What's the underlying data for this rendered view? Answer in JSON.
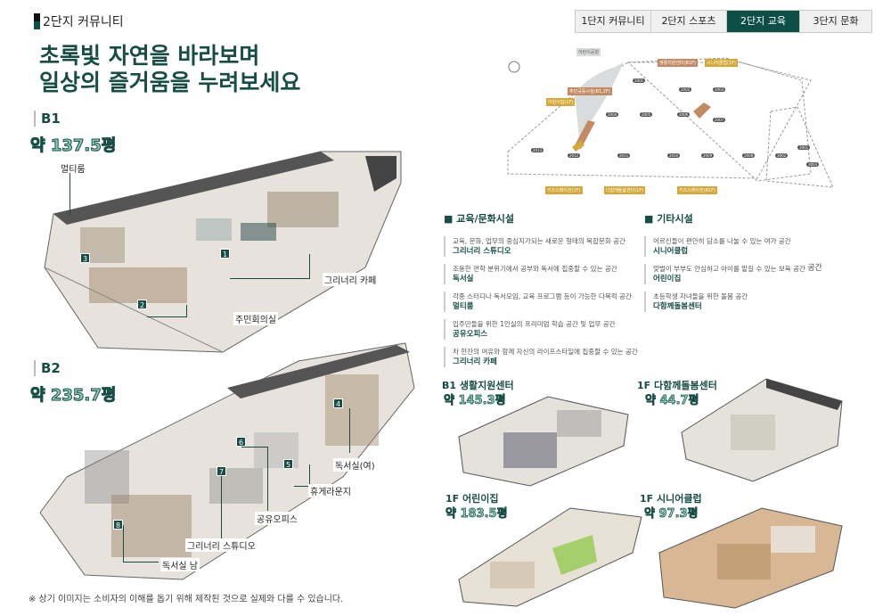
{
  "header": {
    "breadcrumb": "2단지 커뮤니티",
    "tabs": [
      {
        "label": "1단지  커뮤니티",
        "active": false
      },
      {
        "label": "2단지 스포츠",
        "active": false
      },
      {
        "label": "2단지 교육",
        "active": true
      },
      {
        "label": "3단지 문화",
        "active": false
      }
    ]
  },
  "headline": [
    "초록빛 자연을 바라보며",
    "일상의 즐거움을 누려보세요"
  ],
  "b1": {
    "floor": "B1",
    "area": "약 137.5평",
    "callouts": [
      {
        "num": "1",
        "label": "그리너리 카페"
      },
      {
        "num": "2",
        "label": "주민회의실"
      },
      {
        "num": "3",
        "label": "멀티룸"
      }
    ]
  },
  "b2": {
    "floor": "B2",
    "area": "약 235.7평",
    "callouts": [
      {
        "num": "4",
        "label": "독서실(여)"
      },
      {
        "num": "5",
        "label": "휴게라운지"
      },
      {
        "num": "6",
        "label": "공유오피스"
      },
      {
        "num": "7",
        "label": "그리너리 스튜디오"
      },
      {
        "num": "8",
        "label": "독서실 남"
      }
    ]
  },
  "map": {
    "labels": [
      "어린이공원",
      "생활지원센터(B1F)",
      "시니어클럽(1F)",
      "주민공동시설(B1,2F)",
      "어린이집(1F)",
      "키즈스테이션(1F)",
      "다함께돌봄센터(1F)",
      "키즈스테이션(B1F)"
    ],
    "buildings": [
      "2001",
      "2002",
      "2003",
      "2004",
      "2005",
      "2006",
      "2007",
      "2008",
      "2009",
      "2010",
      "2011",
      "2012",
      "2013",
      "3001",
      "3002",
      "3003"
    ],
    "colors": {
      "brown": "#c48a63",
      "gold": "#d4a93a",
      "park": "#d8dcdc"
    }
  },
  "education": {
    "title": "교육/문화시설",
    "items": [
      {
        "desc": "교육, 문화, 업무의 중심지가되는 새로운 형태의 복합문화 공간",
        "name": "그리너리 스튜디오"
      },
      {
        "desc": "조용한 면학 분위기에서 공부와 독서에 집중할 수 있는 공간",
        "name": "독서실"
      },
      {
        "desc": "각종 스터디나 독서모임, 교육 프로그램 등이 가능한 다목적 공간",
        "name": "멀티룸"
      },
      {
        "desc": "입주민들을 위한 1인실의 프리미엄 학습 공간 및 업무 공간",
        "name": "공유오피스"
      },
      {
        "desc": "차 한잔의 여유와 함께 자신의 라이프스타일에 집중할 수 있는 공간",
        "name": "그리너리 카페"
      }
    ]
  },
  "other": {
    "title": "기타시설",
    "items": [
      {
        "desc": "어르신들이 편안히 담소를 나눌 수 있는 여가 공간",
        "name": "시니어클럽"
      },
      {
        "desc": "맞벌이 부부도 안심하고 아이를 맡길 수 있는 보육 공간",
        "extra": "공간",
        "name": "어린이집"
      },
      {
        "desc": "초등학생 자녀들을 위한 돌봄 공간",
        "name": "다함께돌봄센터"
      }
    ]
  },
  "small_plans": [
    {
      "title": "B1 생활지원센터",
      "area": "약 145.3평"
    },
    {
      "title": "1F 다함께돌봄센터",
      "area": "약 44.7평"
    },
    {
      "title": "1F 어린이집",
      "area": "약 183.5평"
    },
    {
      "title": "1F 시니어클럽",
      "area": "약 97.3평"
    }
  ],
  "footnote": "※ 상기 이미지는 소비자의 이해를 돕기 위해 제작된 것으로 실제와 다를 수 있습니다.",
  "colors": {
    "accent": "#0d4f47",
    "text_green": "#174d45"
  }
}
